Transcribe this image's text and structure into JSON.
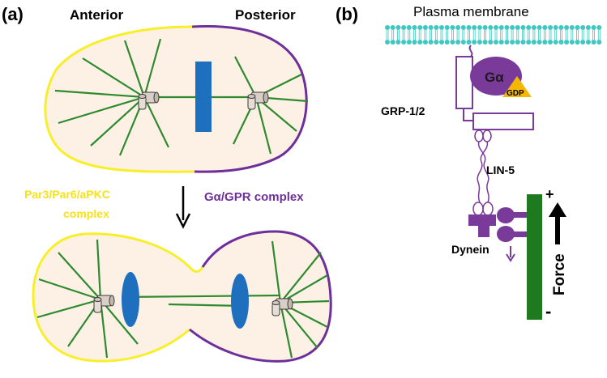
{
  "panel_a": {
    "label": "(a)",
    "anterior_label": "Anterior",
    "posterior_label": "Posterior",
    "anterior_complex_line1": "Par3/Par6/aPKC",
    "anterior_complex_line2": "complex",
    "posterior_complex": "Gα/GPR complex",
    "anterior_color": "#f7ef2a",
    "posterior_color": "#6f2f9a",
    "cell_fill": "#fdf1e6",
    "microtubule_color": "#2e8a2e",
    "chromosome_color": "#1f6fbf"
  },
  "panel_b": {
    "label": "(b)",
    "membrane_label": "Plasma membrane",
    "galpha_label": "Gα",
    "gdp_label": "GDP",
    "grp_label": "GRP-1/2",
    "lin5_label": "LIN-5",
    "dynein_label": "Dynein",
    "force_label": "Force",
    "plus_label": "+",
    "minus_label": "-",
    "membrane_color": "#3fc7c0",
    "protein_color": "#7a3a9a",
    "gdp_color": "#f5b800",
    "microtubule_color": "#1f7a1f"
  }
}
